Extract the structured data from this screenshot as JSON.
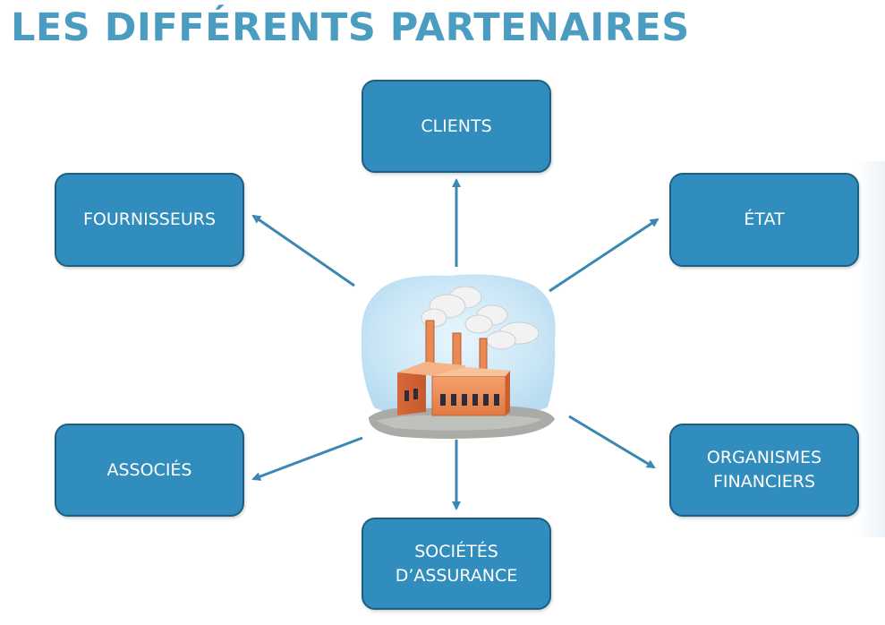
{
  "title": "LES DIFFÉRENTS PARTENAIRES",
  "center": {
    "illustration": "factory-icon"
  },
  "nodes": {
    "clients": "CLIENTS",
    "fournisseurs": "FOURNISSEURS",
    "etat": "ÉTAT",
    "associes": "ASSOCIÉS",
    "organismes": "ORGANISMES\nFINANCIERS",
    "societes": "SOCIÉTÉS\nD’ASSURANCE"
  },
  "colors": {
    "title": "#4a9cc0",
    "node_fill": "#318dbd",
    "node_border": "#1d5f82",
    "arrow": "#3a87b3"
  }
}
